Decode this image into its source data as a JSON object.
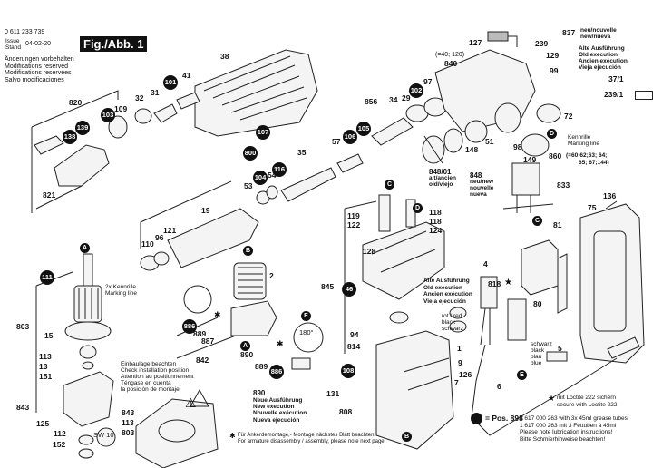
{
  "header": {
    "part_number": "0 611 233 739",
    "issue_label_1": "Issue",
    "issue_label_2": "Stand",
    "issue_date": "04-02-20",
    "figure_label": "Fig./Abb. 1",
    "modifications": [
      "Änderungen vorbehalten",
      "Modifications reserved",
      "Modifications reservées",
      "Salvo modificaciones"
    ]
  },
  "notes": {
    "new_version_837": [
      "neu/nouvelle",
      "new/nueva"
    ],
    "old_execution_top": [
      "Alte Ausführung",
      "Old execution",
      "Ancien exécution",
      "Vieja ejecución"
    ],
    "marking_line_top": [
      "Kennrille",
      "Marking line"
    ],
    "part_860_equiv": "(=60;62;63; 64;",
    "part_860_equiv_2": "65; 67;144)",
    "part_840_equiv": "(=40; 120)",
    "part_848_01": [
      "848/01",
      "alt/ancien",
      "old/viejo"
    ],
    "part_848": [
      "848",
      "neu/new",
      "nouvelle",
      "nueva"
    ],
    "armature_marking": [
      "2x Kennrille",
      "Marking line"
    ],
    "old_execution_mid": [
      "Alte Ausführung",
      "Old execution",
      "Ancien exécution",
      "Vieja ejecución"
    ],
    "wire_colors_1": [
      "rot / red",
      "black",
      "schwarz"
    ],
    "wire_colors_2": [
      "schwarz",
      "black",
      "blau",
      "blue"
    ],
    "install_position": [
      "Einbaulage beachten",
      "Check installation position",
      "Attention au positionnement",
      "Téngase en cuenta",
      "la posición de montaje"
    ],
    "new_execution_890": [
      "890",
      "Neue Ausführung",
      "New execution",
      "Nouvelle exécution",
      "Nueva ejecución"
    ],
    "armature_note": [
      "Für Ankerdemontage,- Montage nächstes Blatt beachten!",
      "For armature disassembly / assembly, please note next page!"
    ],
    "loctite": [
      "mit Loctite 222 sichern",
      "secure with Loctite 222"
    ],
    "grease_label": "= Pos. 898",
    "grease_lines": [
      "1 617 000 263 with 3x 45ml grease tubes",
      "1 617 000 263 mit 3 Fettuben à 45ml",
      "Please note lubrication instructions!",
      "Bitte Schmierhinweise beachten!"
    ],
    "rotation": "180°",
    "sw": "SW 10"
  },
  "ref_markers": {
    "A": "A",
    "B": "B",
    "C": "C",
    "D": "D",
    "E": "E"
  },
  "part_labels": {
    "p820": "820",
    "p109": "109",
    "p32": "32",
    "p31": "31",
    "p41": "41",
    "p38": "38",
    "p821": "821",
    "p19": "19",
    "p110": "110",
    "p96": "96",
    "p121": "121",
    "p53": "53",
    "p54": "54",
    "p35": "35",
    "p57": "57",
    "p856": "856",
    "p34": "34",
    "p29": "29",
    "p97": "97",
    "p840": "840",
    "p127": "127",
    "p239": "239",
    "p837": "837",
    "p129": "129",
    "p99": "99",
    "p37_1": "37/1",
    "p239_1": "239/1",
    "p72": "72",
    "p51": "51",
    "p148": "148",
    "p98": "98",
    "p149": "149",
    "p860": "860",
    "p833": "833",
    "p136": "136",
    "p75": "75",
    "p81": "81",
    "p119": "119",
    "p122": "122",
    "p118a": "118",
    "p118b": "118",
    "p124": "124",
    "p128": "128",
    "p845": "845",
    "p4": "4",
    "p818": "818",
    "p80": "80",
    "p94": "94",
    "p814": "814",
    "p1": "1",
    "p9": "9",
    "p126": "126",
    "p7": "7",
    "p131": "131",
    "p808": "808",
    "p6": "6",
    "p5": "5",
    "p803": "803",
    "p15": "15",
    "p113": "113",
    "p13": "13",
    "p151": "151",
    "p843": "843",
    "p125": "125",
    "p112": "112",
    "p152": "152",
    "p2": "2",
    "p889a": "889",
    "p887": "887",
    "p842": "842",
    "p890": "890",
    "p889b": "889",
    "p843b": "843",
    "p113b": "113",
    "p803b": "803"
  },
  "badges": {
    "b138": "138",
    "b139": "139",
    "b103": "103",
    "b101": "101",
    "b107": "107",
    "b800": "800",
    "b116": "116",
    "b104": "104",
    "b105": "105",
    "b106": "106",
    "b102": "102",
    "b111": "111",
    "b886a": "886",
    "b886b": "886",
    "b46": "46",
    "b108": "108"
  }
}
